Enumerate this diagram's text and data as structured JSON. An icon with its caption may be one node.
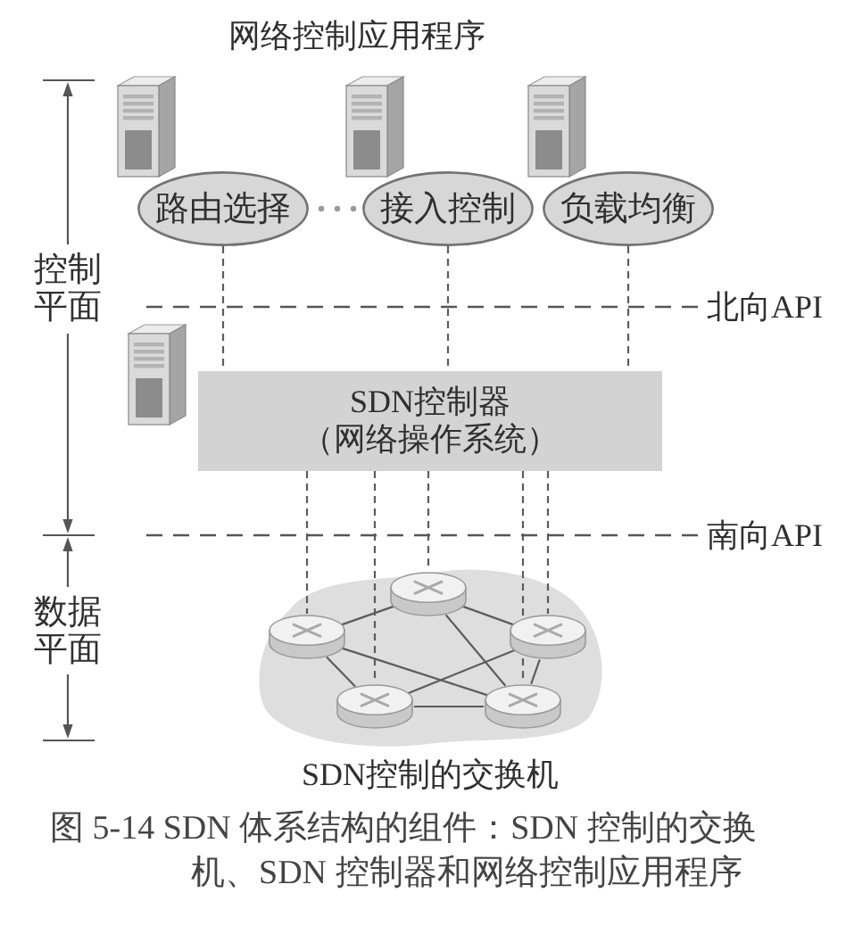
{
  "diagram": {
    "caption": "图 5-14 SDN 体系结构的组件：SDN 控制的交换机、SDN 控制器和网络控制应用程序",
    "nodes": [
      {
        "text": [
          "路由选择"
        ]
      },
      {
        "text": [
          "接入控制"
        ]
      },
      {
        "text": [
          "负载均衡"
        ]
      },
      {
        "text": [
          "SDN控制器",
          "（网络操作系统）"
        ]
      },
      {
        "text": [
          "SDN控制的交换机"
        ]
      },
      {
        "text": [],
        "shape": "cylinder",
        "in": 4
      },
      {
        "text": [],
        "shape": "cylinder",
        "in": 4
      },
      {
        "text": [],
        "shape": "cylinder",
        "in": 4
      },
      {
        "text": [],
        "shape": "cylinder",
        "in": 4
      },
      {
        "text": [],
        "shape": "cylinder",
        "in": 4
      }
    ],
    "edges": [
      {
        "from": 0,
        "to": 3,
        "arrow": "none",
        "style": "dashed"
      },
      {
        "from": 1,
        "to": 3,
        "arrow": "none",
        "style": "dashed"
      },
      {
        "from": 2,
        "to": 3,
        "arrow": "none",
        "style": "dashed"
      },
      {
        "from": 3,
        "to": 6,
        "arrow": "none",
        "style": "dashed"
      },
      {
        "from": 3,
        "to": 8,
        "arrow": "none",
        "style": "dashed"
      },
      {
        "from": 3,
        "to": 5,
        "arrow": "none",
        "style": "dashed"
      },
      {
        "from": 3,
        "to": 9,
        "arrow": "none",
        "style": "dashed"
      },
      {
        "from": 3,
        "to": 7,
        "arrow": "none",
        "style": "dashed"
      },
      {
        "from": 5,
        "to": 6,
        "arrow": "none"
      },
      {
        "from": 5,
        "to": 7,
        "arrow": "none"
      },
      {
        "from": 5,
        "to": 9,
        "arrow": "none"
      },
      {
        "from": 6,
        "to": 8,
        "arrow": "none"
      },
      {
        "from": 6,
        "to": 9,
        "arrow": "none"
      },
      {
        "from": 7,
        "to": 8,
        "arrow": "none"
      },
      {
        "from": 7,
        "to": 9,
        "arrow": "none"
      },
      {
        "from": 8,
        "to": 9,
        "arrow": "none"
      }
    ],
    "labels": [
      "网络控制应用程序",
      "控制平面",
      "北向API",
      "南向API",
      "数据平面"
    ]
  }
}
